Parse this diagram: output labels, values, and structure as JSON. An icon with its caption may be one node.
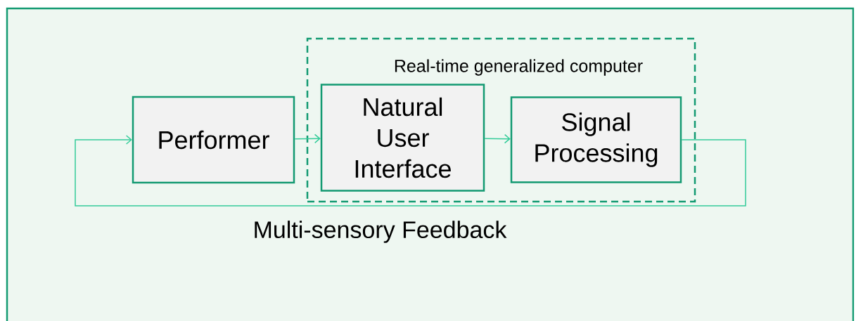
{
  "diagram": {
    "nodes": [
      {
        "text": [
          "Real-time generalized computer"
        ]
      },
      {
        "text": [
          "Performer"
        ]
      },
      {
        "text": [
          "Natural User Interface"
        ],
        "in": 0
      },
      {
        "text": [
          "Signal Processing"
        ],
        "in": 0
      }
    ],
    "edges": [
      {
        "from": 1,
        "to": 2,
        "arrow": "to"
      },
      {
        "from": 2,
        "to": 3,
        "arrow": "to"
      },
      {
        "from": 3,
        "to": 1,
        "arrow": "to",
        "label": "Multi-sensory Feedback"
      }
    ]
  }
}
